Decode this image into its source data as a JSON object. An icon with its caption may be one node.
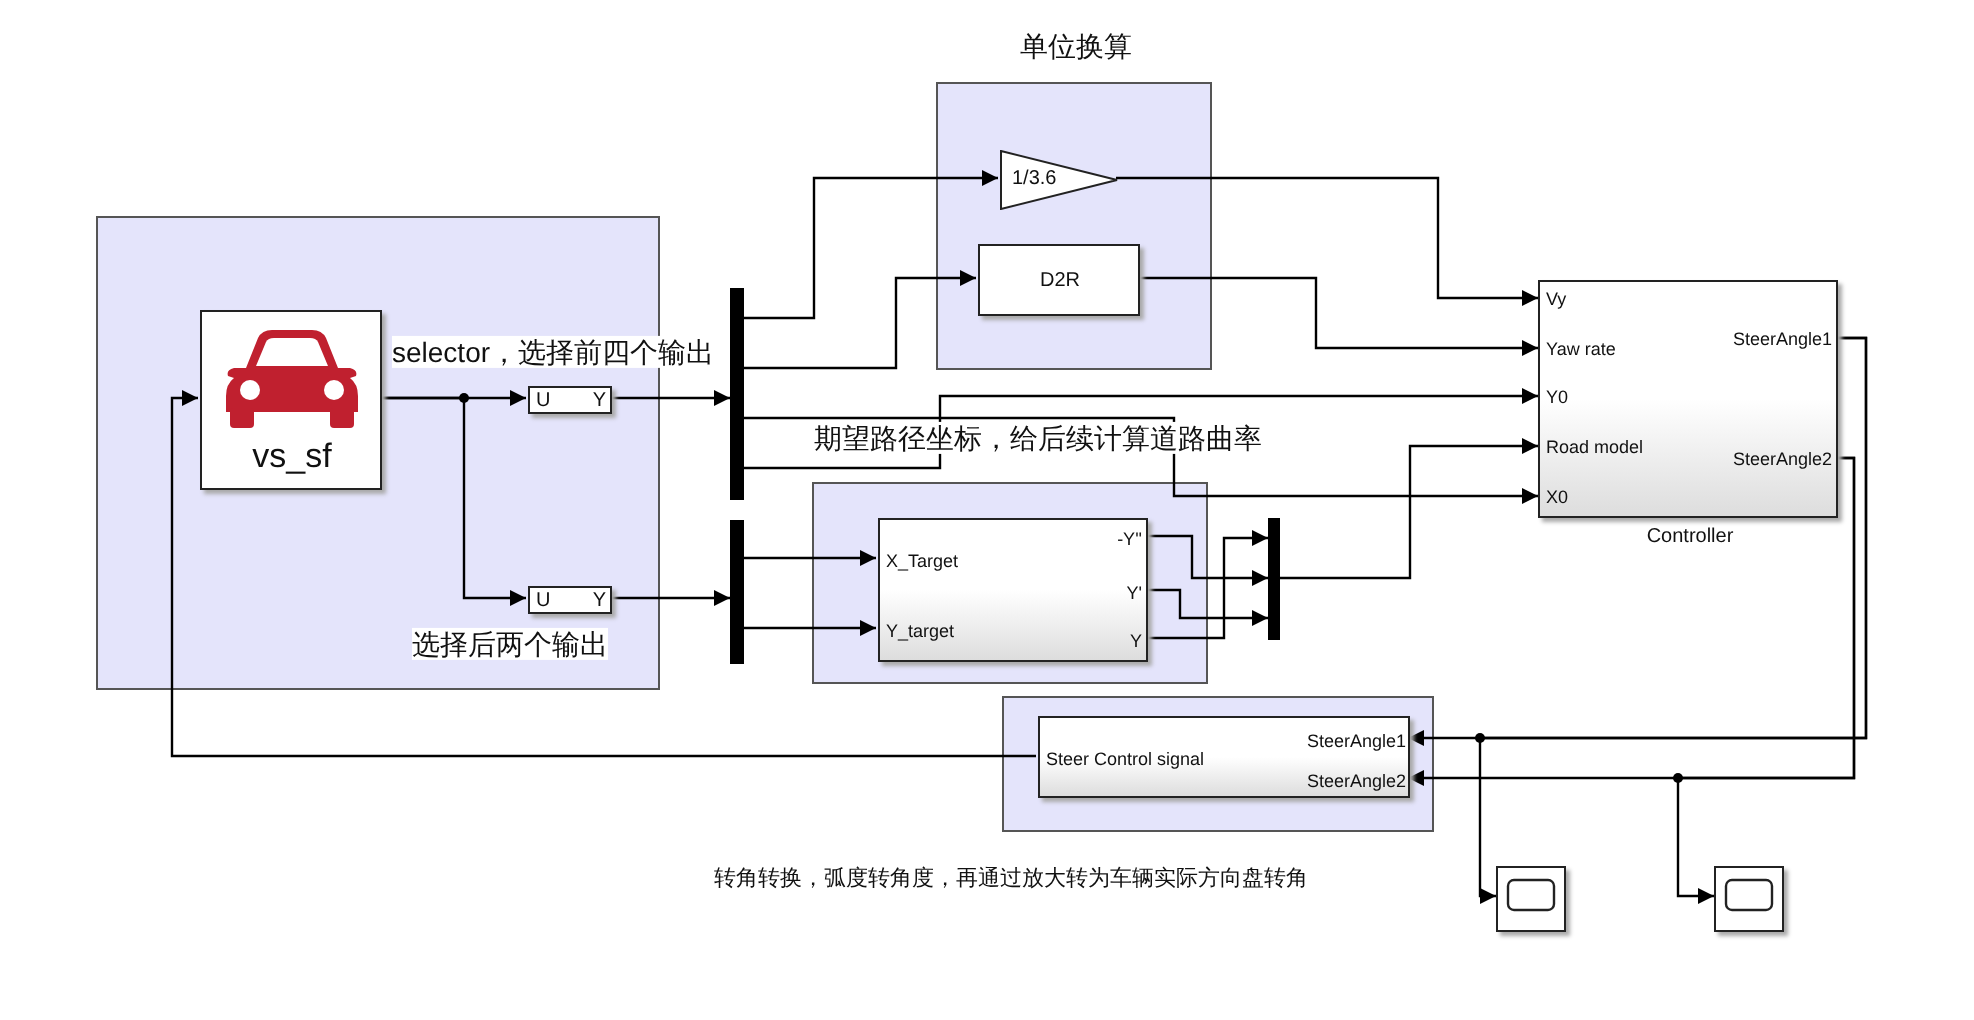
{
  "diagram": {
    "nodes": [
      {
        "text": [],
        "shape": "box"
      },
      {
        "text": [
          "vs_sf"
        ],
        "in": 0
      },
      {
        "text": [
          "U",
          "Y"
        ],
        "in": 0
      },
      {
        "text": [
          "U",
          "Y"
        ],
        "in": 0
      },
      {
        "text": [],
        "shape": "bar"
      },
      {
        "text": [],
        "shape": "bar"
      },
      {
        "text": [
          "单位换算"
        ]
      },
      {
        "text": [
          "1/3.6"
        ],
        "in": 6
      },
      {
        "text": [
          "D2R"
        ],
        "in": 6
      },
      {
        "text": [],
        "shape": "box"
      },
      {
        "text": [
          "X_Target",
          "Y_target",
          "-Y''",
          "Y'",
          "Y"
        ],
        "in": 9
      },
      {
        "text": [],
        "shape": "bar"
      },
      {
        "text": [
          "Vy",
          "Yaw rate",
          "Y0",
          "Road model",
          "X0",
          "SteerAngle1",
          "SteerAngle2"
        ],
        "beside": [
          "Controller"
        ]
      },
      {
        "text": [],
        "shape": "box"
      },
      {
        "text": [
          "Steer Control signal",
          "SteerAngle1",
          "SteerAngle2"
        ],
        "in": 13
      },
      {
        "text": [],
        "shape": "box"
      },
      {
        "text": [],
        "shape": "box"
      }
    ],
    "edges": [
      {
        "from": 1,
        "to": 2,
        "arrow": "to"
      },
      {
        "from": 1,
        "to": 3,
        "arrow": "to"
      },
      {
        "from": 2,
        "to": 4,
        "arrow": "to"
      },
      {
        "from": 3,
        "to": 5,
        "arrow": "to"
      },
      {
        "from": 4,
        "to": 7,
        "arrow": "to"
      },
      {
        "from": 4,
        "to": 8,
        "arrow": "to"
      },
      {
        "from": 4,
        "to": 12,
        "arrow": "to"
      },
      {
        "from": 4,
        "to": 12,
        "arrow": "to"
      },
      {
        "from": 5,
        "to": 10,
        "arrow": "to"
      },
      {
        "from": 5,
        "to": 10,
        "arrow": "to"
      },
      {
        "from": 10,
        "to": 11,
        "arrow": "to"
      },
      {
        "from": 10,
        "to": 11,
        "arrow": "to"
      },
      {
        "from": 10,
        "to": 11,
        "arrow": "to"
      },
      {
        "from": 11,
        "to": 12,
        "arrow": "to"
      },
      {
        "from": 7,
        "to": 12,
        "arrow": "to"
      },
      {
        "from": 8,
        "to": 12,
        "arrow": "to"
      },
      {
        "from": 12,
        "to": 14,
        "arrow": "to"
      },
      {
        "from": 12,
        "to": 14,
        "arrow": "to"
      },
      {
        "from": 12,
        "to": 15,
        "arrow": "to"
      },
      {
        "from": 12,
        "to": 16,
        "arrow": "to"
      },
      {
        "from": 14,
        "to": 1,
        "arrow": "to"
      }
    ],
    "labels": [
      "selector，选择前四个输出",
      "期望路径坐标，给后续计算道路曲率",
      "选择后两个输出",
      "转角转换，弧度转角度，再通过放大转为车辆实际方向盘转角"
    ]
  }
}
